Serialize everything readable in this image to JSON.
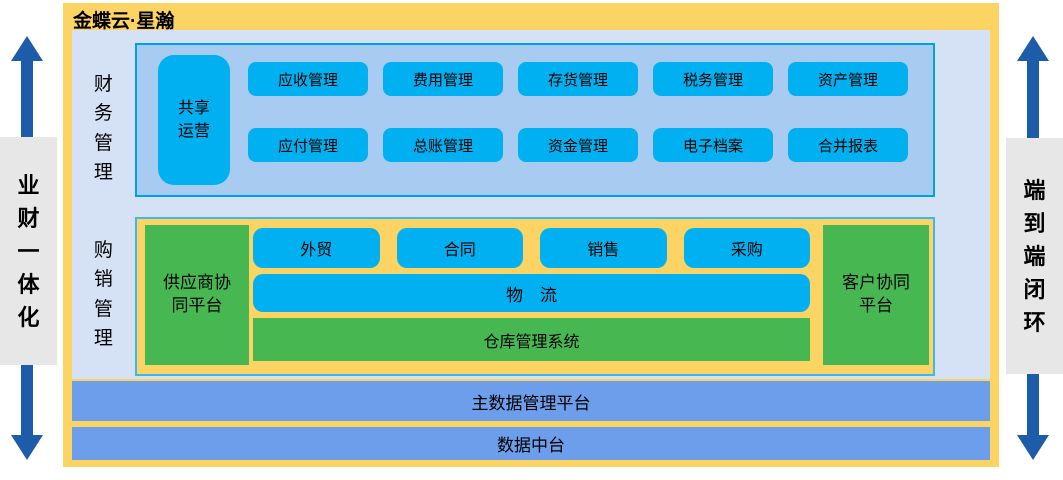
{
  "title": "金蝶云·星瀚",
  "left_rail": {
    "label": "业财一体化"
  },
  "right_rail": {
    "label": "端到端闭环"
  },
  "finance_section": {
    "label": "财务管理",
    "side_button": "共享运营",
    "row1": [
      "应收管理",
      "费用管理",
      "存货管理",
      "税务管理",
      "资产管理"
    ],
    "row2": [
      "应付管理",
      "总账管理",
      "资金管理",
      "电子档案",
      "合并报表"
    ]
  },
  "trade_section": {
    "label": "购销管理",
    "left_platform": "供应商协同平台",
    "right_platform": "客户协同平台",
    "top_row": [
      "外贸",
      "合同",
      "销售",
      "采购"
    ],
    "logistics": "物　流",
    "warehouse": "仓库管理系统"
  },
  "bottom_bars": {
    "master_data": "主数据管理平台",
    "data_middle": "数据中台"
  },
  "colors": {
    "container_yellow": "#fcd463",
    "canvas_blue": "#d5e2f5",
    "panel_fill_blue": "#a8cbf1",
    "panel_border_cyan": "#00a1e9",
    "tile_blue": "#00b0f0",
    "tile_green": "#47b752",
    "bar_blue": "#6d9eeb",
    "arrow_blue": "#1d5ca9",
    "rail_gray": "#e8e7e7"
  }
}
